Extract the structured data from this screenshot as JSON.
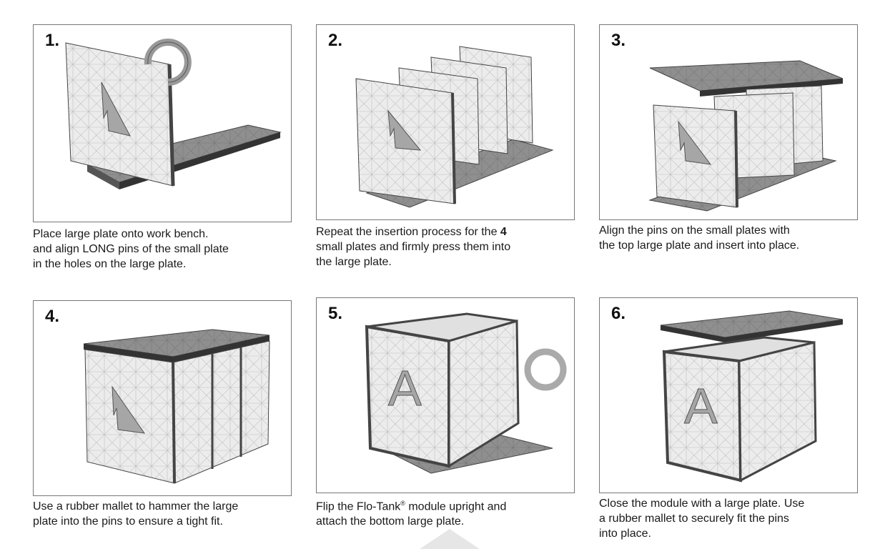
{
  "steps": [
    {
      "number": "1.",
      "caption_lines": [
        "Place large plate onto work bench.",
        "and align LONG pins of the small plate",
        "in the holes on the large plate."
      ]
    },
    {
      "number": "2.",
      "caption_line1_pre": "Repeat the insertion process for the ",
      "caption_line1_bold": "4",
      "caption_lines_rest": [
        "small plates and firmly press them into",
        "the large plate."
      ]
    },
    {
      "number": "3.",
      "caption_lines": [
        "Align the pins on the small plates with",
        "the top large plate and insert into place."
      ]
    },
    {
      "number": "4.",
      "caption_lines": [
        "Use a rubber mallet to hammer the large",
        "plate into the pins to ensure a tight fit."
      ]
    },
    {
      "number": "5.",
      "caption_line1_pre": "Flip the Flo-Tank",
      "caption_line1_sup": "®",
      "caption_line1_post": " module upright and",
      "caption_lines_rest": [
        "attach the bottom large plate."
      ]
    },
    {
      "number": "6.",
      "caption_lines": [
        "Close the module with a large plate. Use",
        "a rubber mallet to securely fit the pins",
        "into place."
      ]
    }
  ],
  "plate_letter": "A",
  "colors": {
    "plate_light": "#ececec",
    "plate_dark": "#8f8f8f",
    "edge": "#444444",
    "letter": "#a6a6a6",
    "mesh": "#c4c4c4"
  }
}
